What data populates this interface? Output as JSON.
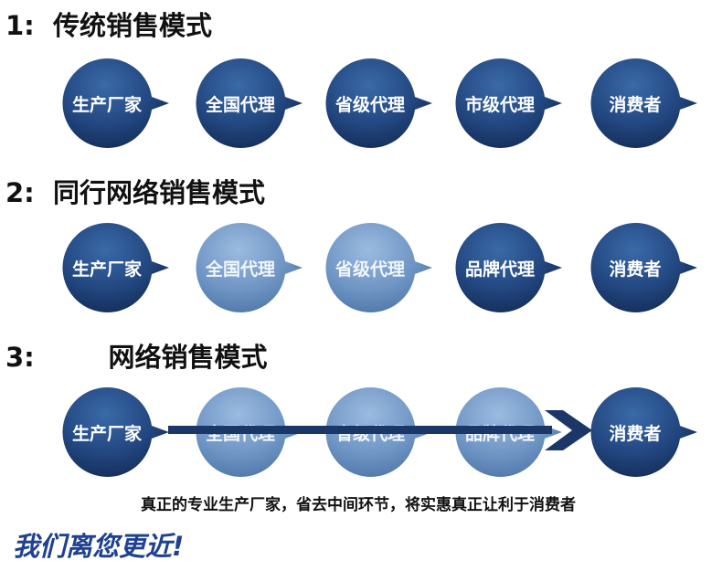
{
  "rows": [
    {
      "heading": "1:  传统销售模式",
      "nodes": [
        "生产厂家",
        "全国代理",
        "省级代理",
        "市级代理",
        "消费者"
      ],
      "styles": [
        "dark",
        "dark",
        "dark",
        "dark",
        "dark"
      ]
    },
    {
      "heading": "2:  同行网络销售模式",
      "nodes": [
        "生产厂家",
        "全国代理",
        "省级代理",
        "品牌代理",
        "消费者"
      ],
      "styles": [
        "dark",
        "light",
        "light",
        "dark",
        "dark"
      ]
    },
    {
      "heading": "3:        网络销售模式",
      "nodes": [
        "生产厂家",
        "全国代理",
        "省级代理",
        "品牌代理",
        "消费者"
      ],
      "styles": [
        "dark",
        "light",
        "light",
        "light",
        "dark"
      ]
    }
  ],
  "slogan": "真正的专业生产厂家，省去中间环节，将实惠真正让利于消费者",
  "tagline": "我们离您更近!",
  "colors": {
    "dark_top": "#2f5d9b",
    "dark_bottom": "#15315f",
    "light_top": "#8fb0d6",
    "light_bottom": "#5b83b4",
    "arrow": "#1b3768",
    "tagline": "#1f4190"
  }
}
